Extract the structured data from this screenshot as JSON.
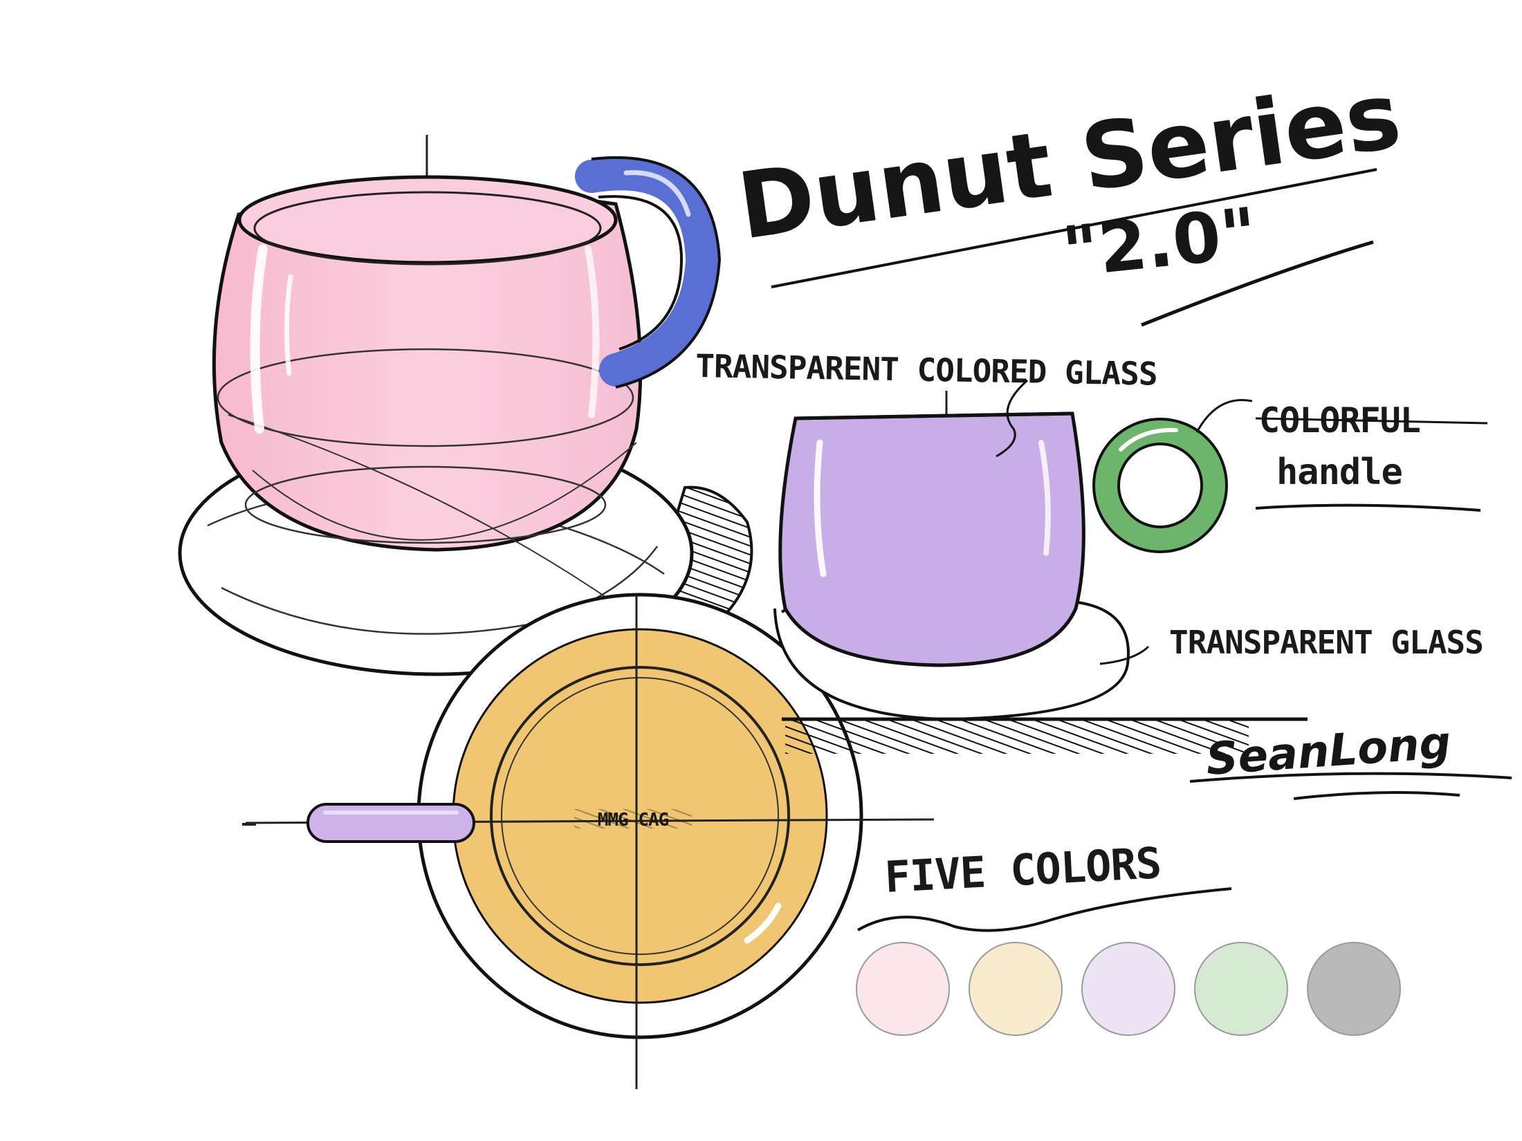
{
  "title": {
    "line1": "Dunut Series",
    "line2": "\"2.0\""
  },
  "annotations": {
    "colored_glass": "TRANSPARENT COLORED GLASS",
    "handle_line1": "COLORFUL",
    "handle_line2": "handle",
    "clear_glass": "TRANSPARENT GLASS",
    "five_colors": "FIVE COLORS"
  },
  "base_text": "MMG CAG",
  "signature": "SeanLong",
  "palette": {
    "name": "five-colors",
    "swatches": [
      "#fbe6ec",
      "#f9ebcd",
      "#ece3f5",
      "#d6ead3",
      "#b9b9b9"
    ]
  },
  "colors": {
    "mug_pink": "#f8c4d8",
    "handle_blue": "#5a6fd3",
    "cup_purple": "#c8aee6",
    "handle_green": "#6cb56b",
    "saucer_gold": "#f0c672",
    "handle_lilac": "#cdb3ea",
    "ink": "#161616"
  }
}
